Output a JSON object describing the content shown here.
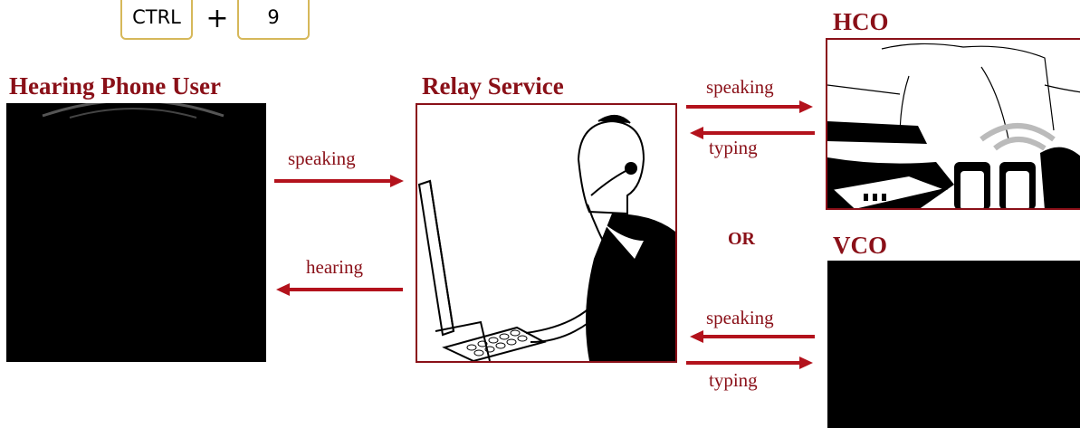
{
  "shortcut": {
    "key1": "CTRL",
    "plus": "+",
    "key2": "9"
  },
  "left": {
    "title": "Hearing Phone User"
  },
  "center": {
    "title": "Relay Service"
  },
  "flows_left": {
    "top": "speaking",
    "bottom": "hearing"
  },
  "hco": {
    "title": "HCO",
    "arrow_out": "speaking",
    "arrow_in": "typing"
  },
  "or_label": "OR",
  "vco": {
    "title": "VCO",
    "arrow_in": "speaking",
    "arrow_out": "typing"
  },
  "colors": {
    "accent": "#8a1018",
    "key_border": "#d6b85a"
  }
}
